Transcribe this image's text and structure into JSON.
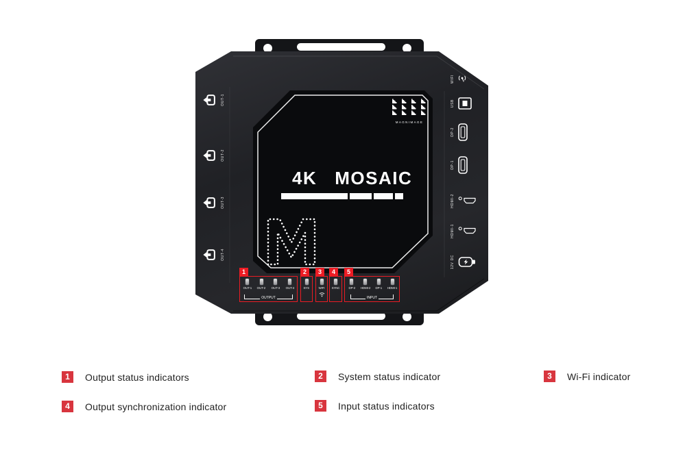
{
  "device": {
    "brand": "MAGNIMAGE",
    "model": {
      "line1": "4K",
      "line2": "MOSAIC"
    },
    "left_ports": [
      "OUT-1",
      "OUT-2",
      "OUT-3",
      "OUT-4"
    ],
    "right_ports": [
      "WIFI",
      "USB",
      "DP-2",
      "DP-1",
      "HDMI-2",
      "HDMI-1",
      "12V DC"
    ],
    "led_panel": {
      "groups": [
        {
          "number": "1",
          "leds": [
            "OUT-1",
            "OUT-2",
            "OUT-3",
            "OUT-4"
          ],
          "bracket": "OUTPUT"
        },
        {
          "number": "2",
          "leds": [
            "SYS"
          ]
        },
        {
          "number": "3",
          "leds": [
            "WIFI"
          ]
        },
        {
          "number": "4",
          "leds": [
            "SYNC"
          ]
        },
        {
          "number": "5",
          "leds": [
            "DP-2",
            "HDMI-2",
            "DP-1",
            "HDMI-1"
          ],
          "bracket": "INPUT"
        }
      ]
    }
  },
  "legend": {
    "items": [
      {
        "number": "1",
        "label": "Output status indicators"
      },
      {
        "number": "2",
        "label": "System status indicator"
      },
      {
        "number": "3",
        "label": "Wi-Fi indicator"
      },
      {
        "number": "4",
        "label": "Output synchronization indicator"
      },
      {
        "number": "5",
        "label": "Input status indicators"
      }
    ]
  },
  "colors": {
    "callout_red": "#ec1c24",
    "legend_red": "#d8353e",
    "body_dark": "#202125",
    "panel_black": "#0a0b0d",
    "label_white": "#ffffff"
  }
}
